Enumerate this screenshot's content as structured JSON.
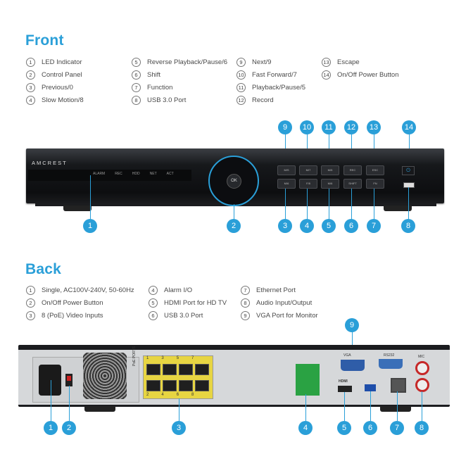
{
  "front": {
    "heading": "Front",
    "items": [
      {
        "n": "1",
        "label": "LED Indicator"
      },
      {
        "n": "2",
        "label": "Control Panel"
      },
      {
        "n": "3",
        "label": "Previous/0"
      },
      {
        "n": "4",
        "label": "Slow Motion/8"
      },
      {
        "n": "5",
        "label": "Reverse Playback/Pause/6"
      },
      {
        "n": "6",
        "label": "Shift"
      },
      {
        "n": "7",
        "label": "Function"
      },
      {
        "n": "8",
        "label": "USB 3.0 Port"
      },
      {
        "n": "9",
        "label": "Next/9"
      },
      {
        "n": "10",
        "label": "Fast Forward/7"
      },
      {
        "n": "11",
        "label": "Playback/Pause/5"
      },
      {
        "n": "12",
        "label": "Record"
      },
      {
        "n": "13",
        "label": "Escape"
      },
      {
        "n": "14",
        "label": "On/Off Power Button"
      }
    ],
    "brand": "AMCREST",
    "led_labels": [
      "ALARM",
      "REC",
      "HDD",
      "NET",
      "ACT"
    ],
    "ok_label": "OK",
    "button_labels": [
      "M/S",
      "M/7",
      "M/5",
      "REC",
      "ESC",
      "M/6",
      "F/8",
      "M/6",
      "SHIFT",
      "FN"
    ],
    "callouts_top": [
      "9",
      "10",
      "11",
      "12",
      "13",
      "14"
    ],
    "callouts_bottom": [
      "1",
      "2",
      "3",
      "4",
      "5",
      "6",
      "7",
      "8"
    ]
  },
  "back": {
    "heading": "Back",
    "items": [
      {
        "n": "1",
        "label": "Single, AC100V-240V, 50-60Hz"
      },
      {
        "n": "2",
        "label": "On/Off Power Button"
      },
      {
        "n": "3",
        "label": "8 (PoE) Video Inputs"
      },
      {
        "n": "4",
        "label": "Alarm I/O"
      },
      {
        "n": "5",
        "label": "HDMI Port for HD TV"
      },
      {
        "n": "6",
        "label": "USB 3.0 Port"
      },
      {
        "n": "7",
        "label": "Ethernet Port"
      },
      {
        "n": "8",
        "label": "Audio Input/Output"
      },
      {
        "n": "9",
        "label": "VGA Port for Monitor"
      }
    ],
    "poe_label": "PoE PORTS",
    "vga_label": "VGA",
    "rs232_label": "RS232",
    "mic_label": "MIC",
    "hdmi_label": "HDMI",
    "port_numbers_top": [
      "1",
      "3",
      "5",
      "7"
    ],
    "port_numbers_bottom": [
      "2",
      "4",
      "6",
      "8"
    ],
    "callout_top": "9",
    "callouts_bottom": [
      "1",
      "2",
      "3",
      "4",
      "5",
      "6",
      "7",
      "8"
    ]
  },
  "colors": {
    "accent": "#2a9fd8",
    "device": "#16181b",
    "poe": "#e7d542",
    "alarm": "#2aa243"
  }
}
